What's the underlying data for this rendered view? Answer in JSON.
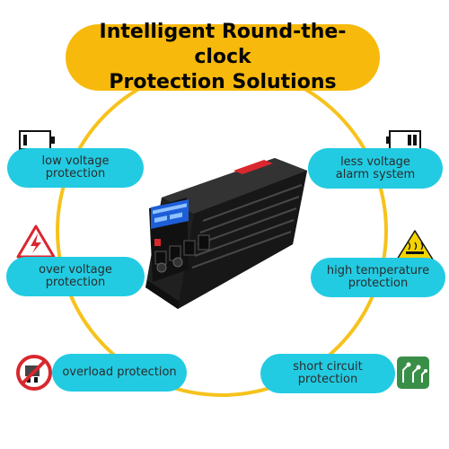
{
  "title": {
    "text": "Intelligent Round-the-clock\nProtection Solutions"
  },
  "features": {
    "low_voltage": "low voltage\nprotection",
    "less_voltage_alarm": "less voltage\nalarm system",
    "over_voltage": "over voltage\nprotection",
    "high_temperature": "high temperature\nprotection",
    "overload": "overload protection",
    "short_circuit": "short circuit\nprotection"
  },
  "icons": {
    "low_battery": "low-battery-icon",
    "battery_alarm": "battery-alarm-icon",
    "high_voltage": "high-voltage-warning-icon",
    "high_temperature": "high-temperature-warning-icon",
    "overload": "no-overload-icon",
    "circuit": "circuit-board-icon"
  },
  "colors": {
    "title_pill": "#f7b90b",
    "feature_pill": "#22cbe2",
    "circle": "#f6c21c",
    "warning_red": "#d9272e",
    "warning_yellow": "#f4d400",
    "circuit_green": "#3a8f48"
  }
}
